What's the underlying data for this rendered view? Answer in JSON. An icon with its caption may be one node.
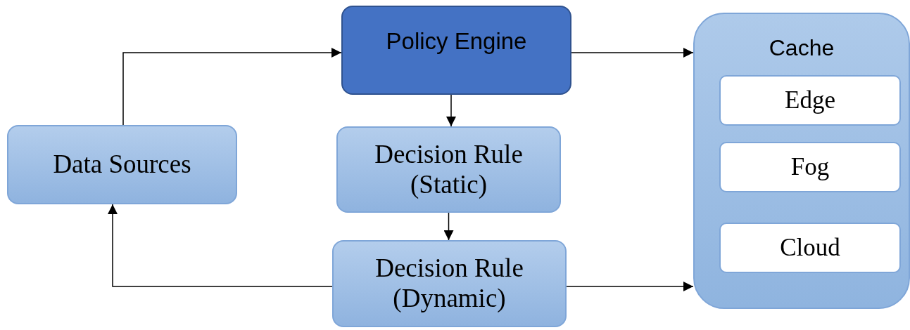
{
  "diagram": {
    "nodes": [
      {
        "text": [
          "Data Sources"
        ]
      },
      {
        "text": [
          "Policy Engine"
        ]
      },
      {
        "text": [
          "Decision Rule (Static)"
        ]
      },
      {
        "text": [
          "Decision Rule (Dynamic)"
        ]
      },
      {
        "text": [
          "Cache"
        ]
      },
      {
        "text": [
          "Edge"
        ],
        "in": 4
      },
      {
        "text": [
          "Fog"
        ],
        "in": 4
      },
      {
        "text": [
          "Cloud"
        ],
        "in": 4
      }
    ],
    "edges": [
      {
        "from": 0,
        "to": 1,
        "arrow": "to"
      },
      {
        "from": 1,
        "to": 4,
        "arrow": "to"
      },
      {
        "from": 1,
        "to": 2,
        "arrow": "to"
      },
      {
        "from": 2,
        "to": 3,
        "arrow": "to"
      },
      {
        "from": 3,
        "to": 0,
        "arrow": "to"
      },
      {
        "from": 3,
        "to": 4,
        "arrow": "to"
      }
    ]
  }
}
